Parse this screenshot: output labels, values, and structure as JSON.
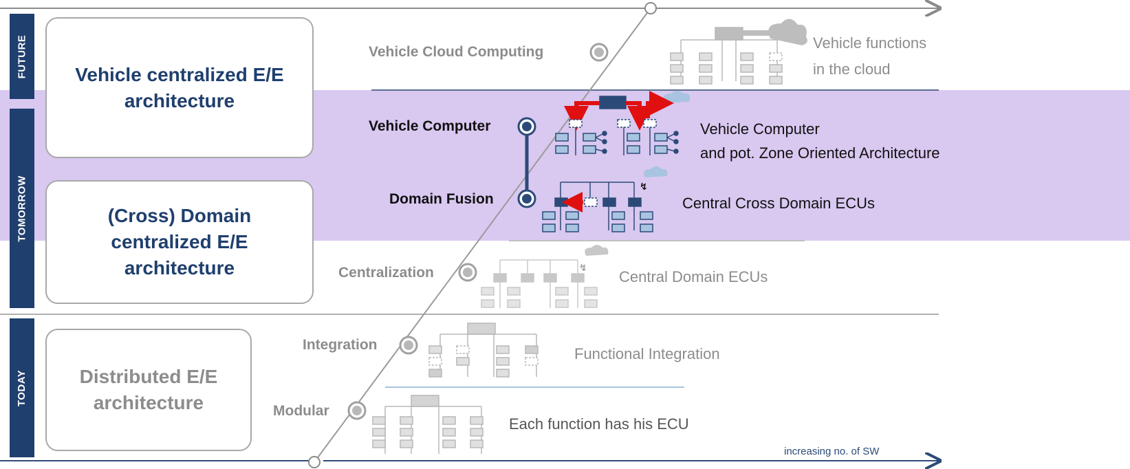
{
  "eras": {
    "future": "FUTURE",
    "tomorrow": "TOMORROW",
    "today": "TODAY"
  },
  "architectures": {
    "centralized": "Vehicle centralized E/E architecture",
    "cross_domain": "(Cross) Domain centralized E/E architecture",
    "distributed": "Distributed E/E architecture"
  },
  "steps": [
    {
      "label": "Vehicle Cloud Computing",
      "description": "Vehicle functions in the cloud"
    },
    {
      "label": "Vehicle Computer",
      "description": "Vehicle Computer and pot. Zone Oriented Architecture"
    },
    {
      "label": "Domain Fusion",
      "description": "Central Cross Domain ECUs"
    },
    {
      "label": "Centralization",
      "description": "Central Domain ECUs"
    },
    {
      "label": "Integration",
      "description": "Functional Integration"
    },
    {
      "label": "Modular",
      "description": "Each function has his ECU"
    }
  ],
  "desc_lines": {
    "cloud_1": "Vehicle functions",
    "cloud_2": "in the cloud",
    "computer_1": "Vehicle Computer",
    "computer_2": "and pot. Zone Oriented Architecture"
  },
  "x_axis_label": "increasing no. of SW",
  "colors": {
    "era_bar": "#1f3f6e",
    "highlight_band": "#d9c8f0",
    "dark_node": "#2c4a78",
    "light_node": "#a8c4e0",
    "grey_node": "#d4d4d4",
    "red_arrow": "#e01010",
    "muted_text": "#8c8c8c",
    "strong_text": "#1f3f6e"
  }
}
